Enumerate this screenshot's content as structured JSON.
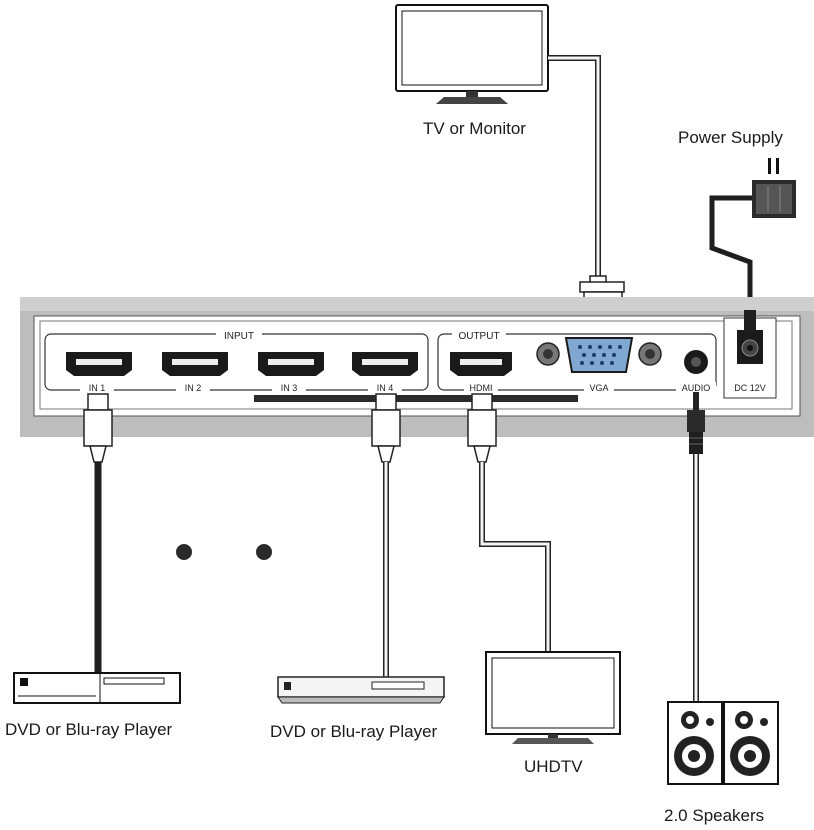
{
  "devices": {
    "tv_monitor": "TV or Monitor",
    "power_supply": "Power Supply",
    "dvd_player_1": "DVD or Blu-ray Player",
    "dvd_player_2": "DVD or Blu-ray Player",
    "uhdtv": "UHDTV",
    "speakers": "2.0 Speakers"
  },
  "panel": {
    "input_group": "INPUT",
    "output_group": "OUTPUT",
    "ports": {
      "in1": "IN 1",
      "in2": "IN 2",
      "in3": "IN 3",
      "in4": "IN 4",
      "hdmi_out": "HDMI",
      "vga_out": "VGA",
      "audio_out": "AUDIO",
      "dc_in": "DC 12V"
    }
  },
  "colors": {
    "panel_grey": "#bdbdbd",
    "cable_dark": "#1e1e1e",
    "cable_light": "#f2f2f2",
    "vga_blue": "#7fa7cf"
  }
}
